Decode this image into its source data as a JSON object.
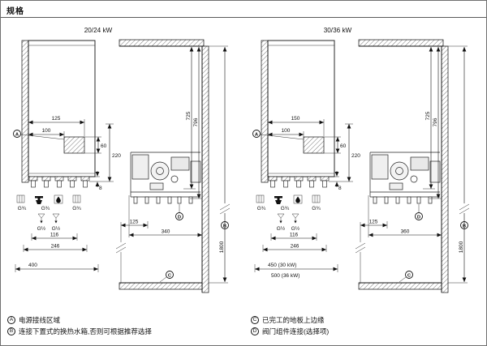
{
  "page": {
    "title": "规格"
  },
  "markers": {
    "a": "A",
    "b": "B",
    "c": "C",
    "d": "D"
  },
  "colors": {
    "line": "#111111",
    "hatch": "#555555",
    "background": "#ffffff"
  },
  "icons": [
    "grate-icon",
    "tap-icon",
    "drop-icon",
    "discharge-funnel-icon"
  ],
  "diagrams": [
    {
      "title": "20/24 kW",
      "front": {
        "dim_wall_offset": "125",
        "dim_box_offset": "100",
        "dim_box_height": "60",
        "dim_panel_height": "220",
        "dim_gap": "8",
        "conn1": "G¾",
        "conn2": "G¾",
        "conn3": "G¾",
        "conn4": "G½",
        "conn5": "G½",
        "dim_conn_inner": "116",
        "dim_conn_outer": "246",
        "width_label1": "400",
        "width_label2": ""
      },
      "side": {
        "dim_top1": "725",
        "dim_top2": "796",
        "dim_front": "125",
        "dim_depth": "340",
        "dim_mount": "1800"
      }
    },
    {
      "title": "30/36 kW",
      "front": {
        "dim_wall_offset": "150",
        "dim_box_offset": "100",
        "dim_box_height": "60",
        "dim_panel_height": "220",
        "dim_gap": "8",
        "conn1": "G¾",
        "conn2": "G¾",
        "conn3": "G¾",
        "conn4": "G½",
        "conn5": "G½",
        "dim_conn_inner": "116",
        "dim_conn_outer": "246",
        "width_label1": "450 (30 kW)",
        "width_label2": "500 (36 kW)"
      },
      "side": {
        "dim_top1": "725",
        "dim_top2": "796",
        "dim_front": "125",
        "dim_depth": "360",
        "dim_mount": "1800"
      }
    }
  ],
  "legend": [
    {
      "key": "A",
      "text": "电源接线区域"
    },
    {
      "key": "B",
      "text": "连接下置式的换热水箱,否则可根据推荐选择"
    },
    {
      "key": "C",
      "text": "已完工的地板上边缘"
    },
    {
      "key": "D",
      "text": "阀门组件连接(选择项)"
    }
  ]
}
